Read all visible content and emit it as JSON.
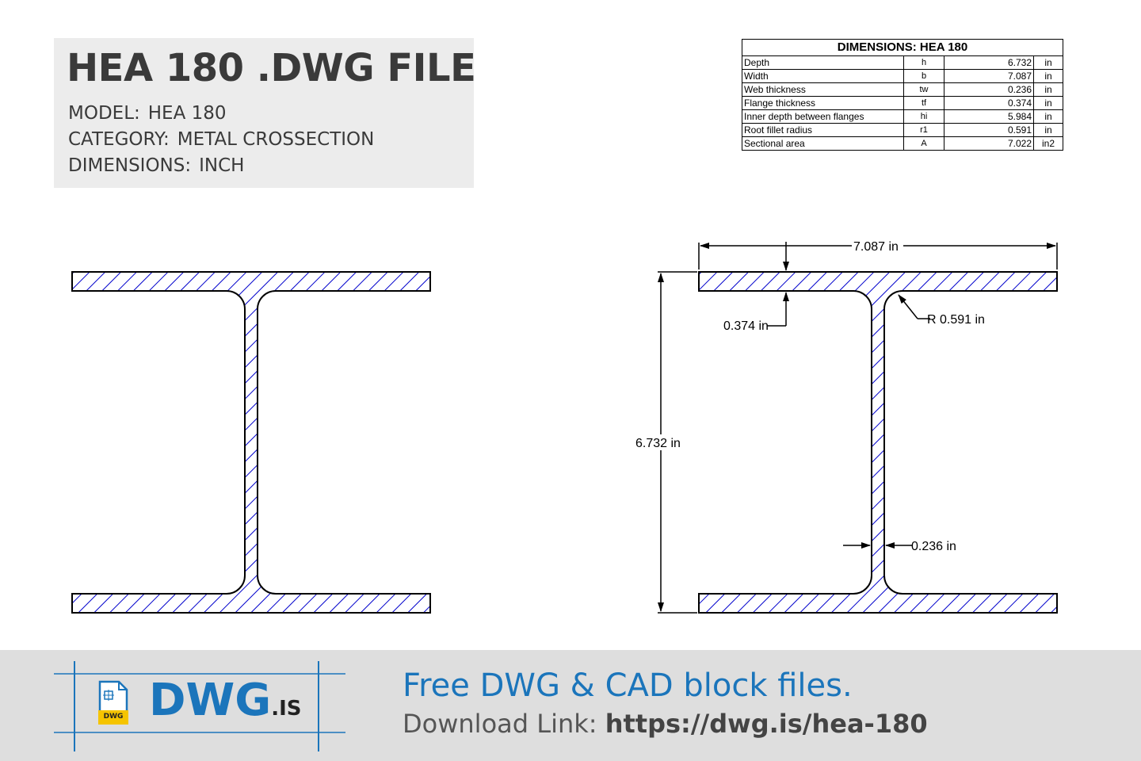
{
  "header": {
    "title": "HEA 180 .DWG FILE",
    "model_key": "MODEL:",
    "model_val": "HEA 180",
    "category_key": "CATEGORY:",
    "category_val": "METAL CROSSECTION",
    "dims_key": "DIMENSIONS:",
    "dims_val": "INCH"
  },
  "table": {
    "title": "DIMENSIONS: HEA 180",
    "rows": [
      {
        "name": "Depth",
        "sym": "h",
        "val": "6.732",
        "unit": "in"
      },
      {
        "name": "Width",
        "sym": "b",
        "val": "7.087",
        "unit": "in"
      },
      {
        "name": "Web thickness",
        "sym": "tw",
        "val": "0.236",
        "unit": "in"
      },
      {
        "name": "Flange thickness",
        "sym": "tf",
        "val": "0.374",
        "unit": "in"
      },
      {
        "name": "Inner depth between flanges",
        "sym": "hi",
        "val": "5.984",
        "unit": "in"
      },
      {
        "name": "Root fillet radius",
        "sym": "r1",
        "val": "0.591",
        "unit": "in"
      },
      {
        "name": "Sectional area",
        "sym": "A",
        "val": "7.022",
        "unit": "in2"
      }
    ]
  },
  "drawing": {
    "width_label": "7.087 in",
    "flange_label": "0.374 in",
    "radius_label": "R 0.591 in",
    "depth_label": "6.732 in",
    "web_label": "0.236 in",
    "hatch_color": "#0000cc"
  },
  "footer": {
    "tagline": "Free DWG & CAD block files.",
    "download_label": "Download Link:",
    "download_url": "https://dwg.is/hea-180",
    "logo_main": "DWG",
    "logo_suffix": ".IS",
    "logo_file_tag": "DWG"
  }
}
